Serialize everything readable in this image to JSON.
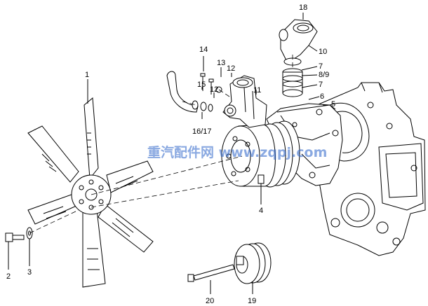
{
  "diagram": {
    "callouts": [
      "1",
      "2",
      "3",
      "4",
      "5",
      "6",
      "7",
      "8/9",
      "7",
      "10",
      "11",
      "12",
      "12",
      "13",
      "14",
      "15",
      "16/17",
      "18",
      "19",
      "20"
    ],
    "watermark": "重汽配件网 www.zqpj.com"
  },
  "colors": {
    "line": "#000000",
    "watermark": "#2a63c9",
    "background": "#ffffff"
  }
}
